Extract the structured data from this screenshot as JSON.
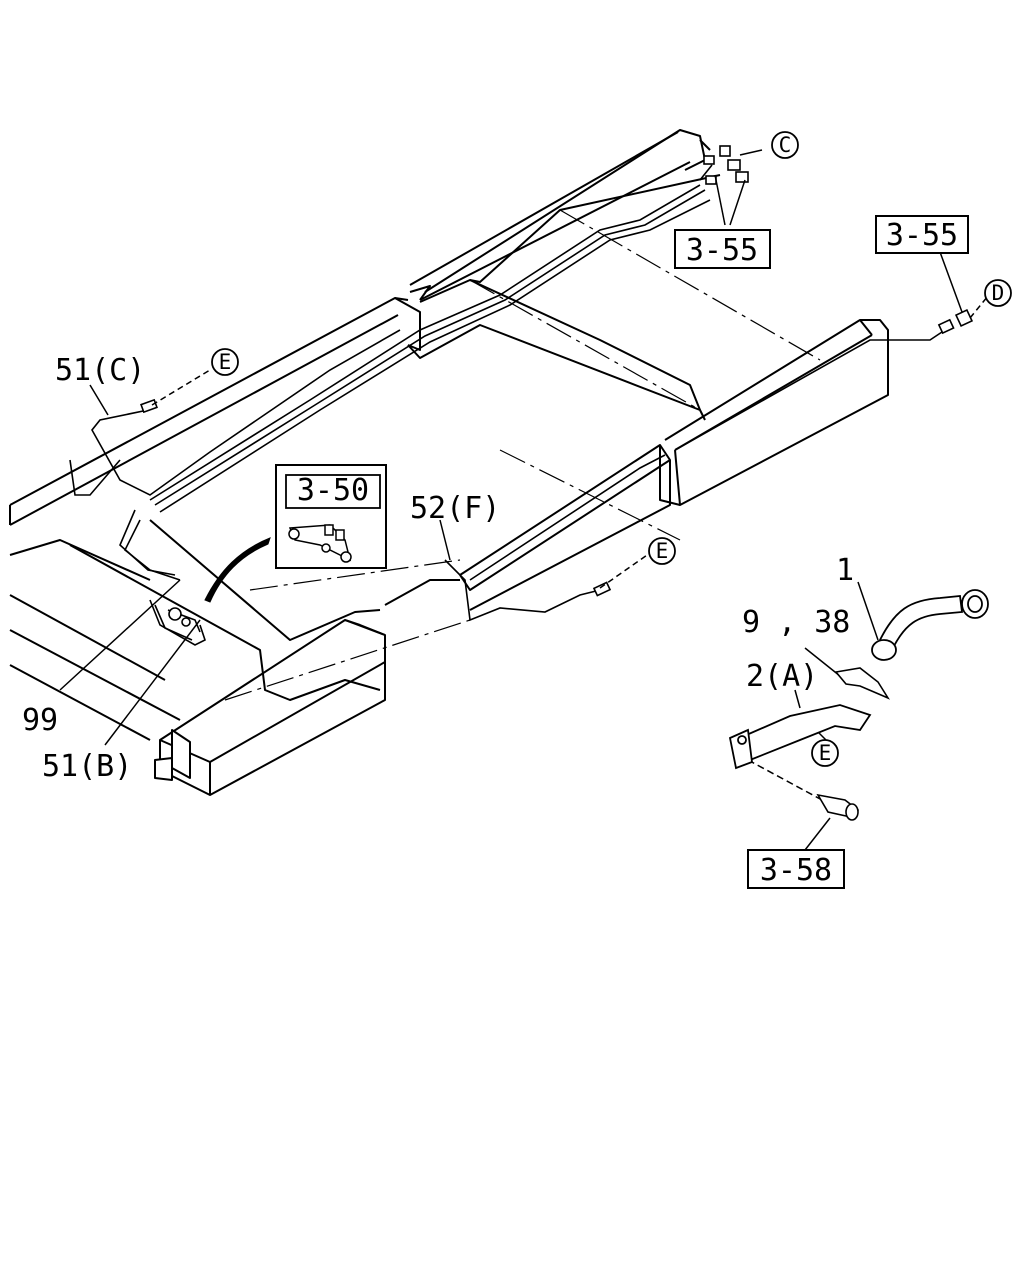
{
  "callouts": {
    "ref_3_55_top": "3-55",
    "ref_3_55_right": "3-55",
    "ref_3_50": "3-50",
    "ref_3_58": "3-58"
  },
  "labels": {
    "part_51c": "51(C)",
    "part_51b": "51(B)",
    "part_52f": "52(F)",
    "part_99": "99",
    "part_1": "1",
    "part_9_38": "9 , 38",
    "part_2a": "2(A)"
  },
  "connectors": {
    "c_top": "C",
    "d_right": "D",
    "e_left": "E",
    "e_mid": "E",
    "e_bracket": "E"
  }
}
